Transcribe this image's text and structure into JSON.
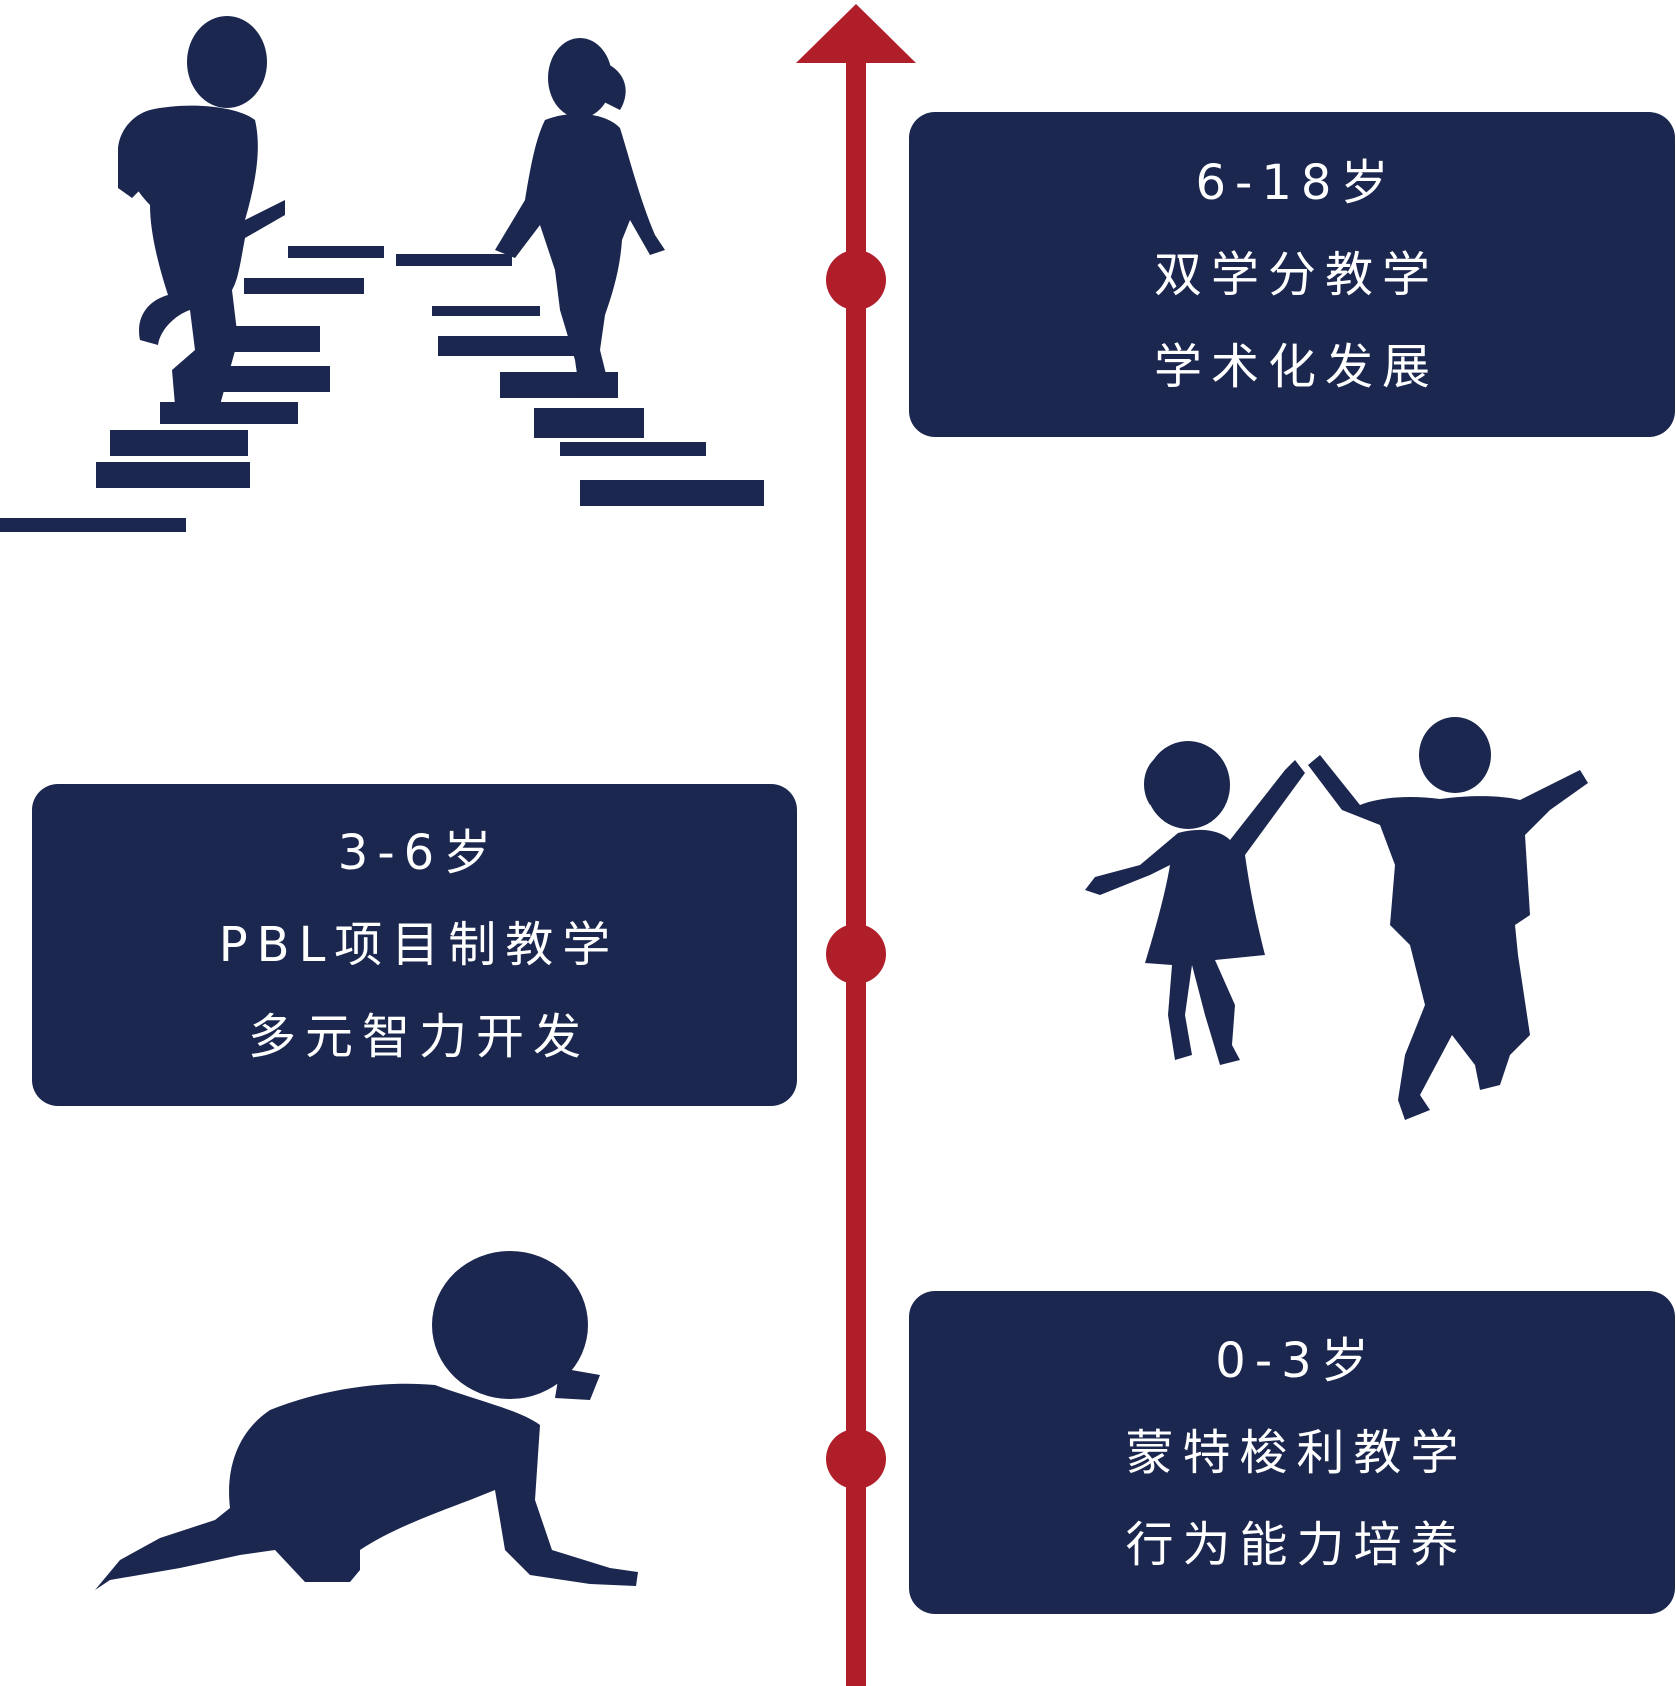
{
  "colors": {
    "navy": "#1b274f",
    "red": "#b01e2a",
    "text": "#ffffff"
  },
  "stages": [
    {
      "id": "stage-6-18",
      "age": "6-18岁",
      "line1": "双学分教学",
      "line2": "学术化发展"
    },
    {
      "id": "stage-3-6",
      "age": "3-6岁",
      "line1": "PBL项目制教学",
      "line2": "多元智力开发"
    },
    {
      "id": "stage-0-3",
      "age": "0-3岁",
      "line1": "蒙特梭利教学",
      "line2": "行为能力培养"
    }
  ],
  "figures": {
    "top": "children-on-stairs-silhouette",
    "middle": "children-jumping-silhouette",
    "bottom": "crawling-baby-silhouette"
  }
}
